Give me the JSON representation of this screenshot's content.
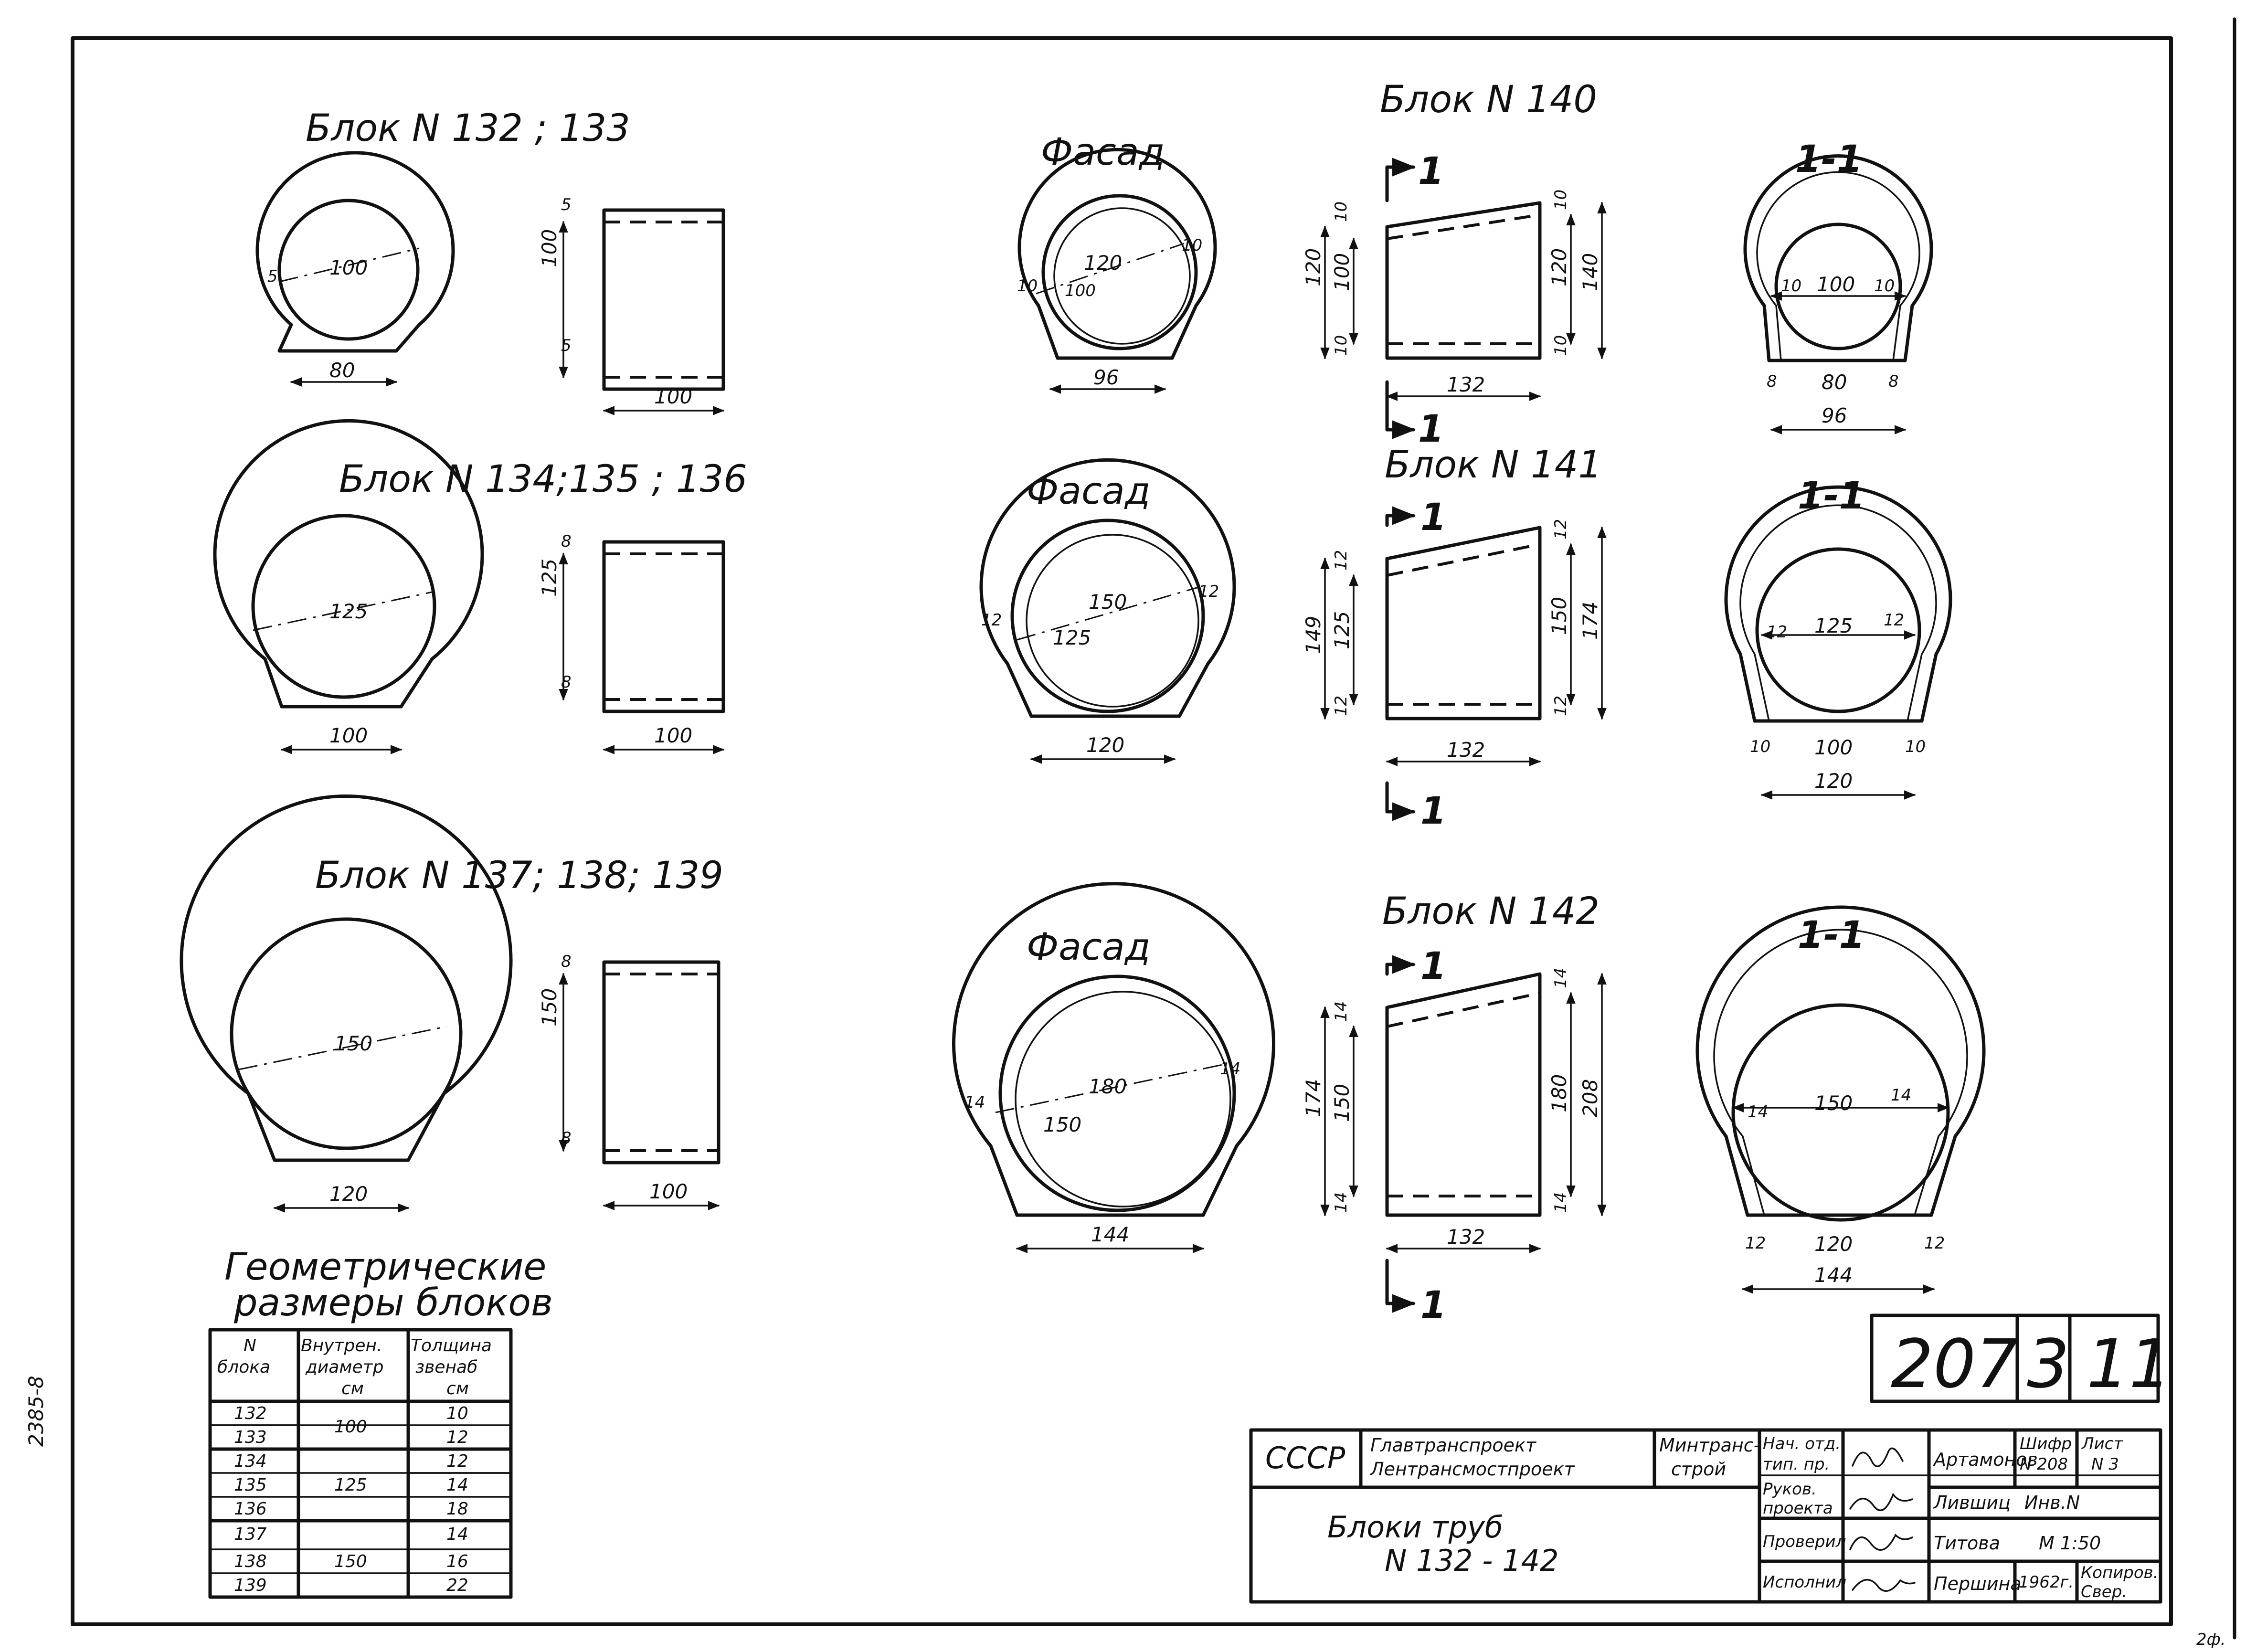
{
  "titles": {
    "b132": "Блок N 132 ; 133",
    "b134": "Блок N 134;135 ; 136",
    "b137": "Блок N 137; 138; 139",
    "b140": "Блок N 140",
    "b141": "Блок N 141",
    "b142": "Блок N 142",
    "facade": "Фасад",
    "section": "1-1",
    "cut": "1"
  },
  "b132": {
    "inner": "100",
    "base": "80",
    "thk": "5",
    "height": "100",
    "len": "100"
  },
  "b134": {
    "inner": "125",
    "base": "100",
    "thk": "8",
    "height": "125",
    "len": "100"
  },
  "b137": {
    "inner": "150",
    "base": "120",
    "thk": "8",
    "height": "150",
    "len": "100"
  },
  "b140": {
    "facade": {
      "outer": "120",
      "inner": "100",
      "wall": "10",
      "base": "96"
    },
    "side": {
      "h_left": "120",
      "h_left_in": "100",
      "wall": "10",
      "h_right": "120",
      "h_total": "140",
      "len": "132"
    },
    "sect": {
      "w1": "10",
      "inner": "100",
      "w2": "10",
      "b1": "8",
      "base": "80",
      "b2": "8",
      "total": "96"
    }
  },
  "b141": {
    "facade": {
      "outer": "150",
      "inner": "125",
      "wall": "12",
      "base": "120"
    },
    "side": {
      "h_left": "149",
      "h_left_in": "125",
      "wall": "12",
      "h_right": "150",
      "h_total": "174",
      "len": "132"
    },
    "sect": {
      "w1": "12",
      "inner": "125",
      "w2": "12",
      "b1": "10",
      "base": "100",
      "b2": "10",
      "total": "120"
    }
  },
  "b142": {
    "facade": {
      "outer": "180",
      "inner": "150",
      "wall": "14",
      "base": "144"
    },
    "side": {
      "h_left": "174",
      "h_left_in": "150",
      "wall": "14",
      "h_right": "180",
      "h_total": "208",
      "len": "132"
    },
    "sect": {
      "w1": "14",
      "inner": "150",
      "w2": "14",
      "b1": "12",
      "base": "120",
      "b2": "12",
      "total": "144"
    }
  },
  "table": {
    "title_line1": "Геометрические",
    "title_line2": "размеры блоков",
    "headers": [
      [
        "N",
        "блока"
      ],
      [
        "Внутрен.",
        "диаметр",
        "см"
      ],
      [
        "Толщина",
        "звенаб",
        "см"
      ]
    ],
    "rows": [
      [
        "132",
        "100",
        "10"
      ],
      [
        "133",
        "",
        "12"
      ],
      [
        "134",
        "",
        "12"
      ],
      [
        "135",
        "125",
        "14"
      ],
      [
        "136",
        "",
        "18"
      ],
      [
        "137",
        "",
        "14"
      ],
      [
        "138",
        "150",
        "16"
      ],
      [
        "139",
        "",
        "22"
      ]
    ]
  },
  "sheet_number": {
    "a": "207",
    "b": "3",
    "c": "11"
  },
  "side_code": "2385-8",
  "corner_mark": "2ф.",
  "stamp": {
    "country": "СССР",
    "org1": "Главтранспроект",
    "org2": "Лентрансмостпроект",
    "org3a": "Минтранс-",
    "org3b": "строй",
    "drawing_title1": "Блоки труб",
    "drawing_title2": "N 132 - 142",
    "roles": [
      "Нач. отд. тип. пр.",
      "Руков. проекта",
      "Проверил",
      "Исполнил"
    ],
    "role_line1": [
      "Нач. отд.",
      "Руков.",
      "Проверил",
      "Исполнил"
    ],
    "role_line2": [
      "тип. пр.",
      "проекта",
      "",
      ""
    ],
    "names": [
      "Артамонов",
      "Лившиц",
      "Титова",
      "Першина"
    ],
    "cipher_label": "Шифр",
    "cipher_value": "N 208",
    "sheet_label": "Лист",
    "sheet_value": "N 3",
    "inv": "Инв.N",
    "scale": "М 1:50",
    "year": "1962г.",
    "copy1": "Копиров.",
    "copy2": "Свер."
  }
}
